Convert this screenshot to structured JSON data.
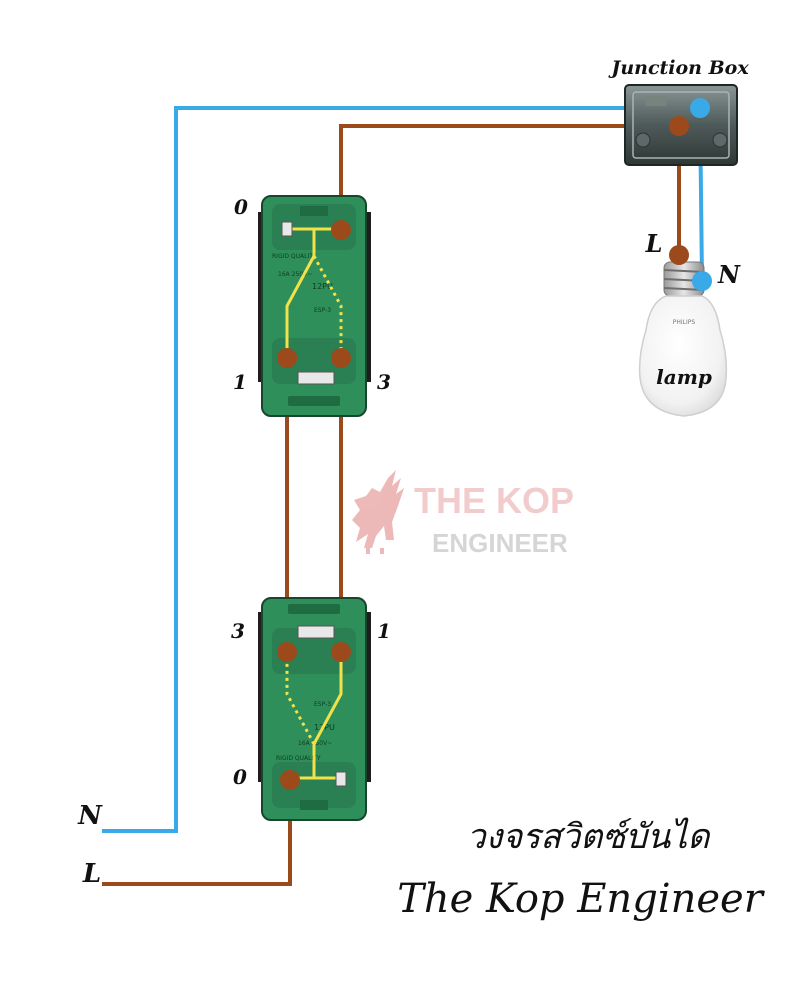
{
  "labels": {
    "junction_box": "Junction Box",
    "lamp_line": "L",
    "lamp_neutral": "N",
    "lamp": "lamp",
    "switch_top_common": "0",
    "switch_top_t1": "1",
    "switch_top_t3": "3",
    "switch_bottom_t3": "3",
    "switch_bottom_t1": "1",
    "switch_bottom_common": "0",
    "supply_neutral": "N",
    "supply_line": "L"
  },
  "switch_top_print": {
    "brand": "RIGID QUALITY",
    "rating": "16A 250V~",
    "model": "12PU",
    "code": "ESP-3"
  },
  "switch_bottom_print": {
    "brand": "RIGID QUALITY",
    "rating": "16A 250V~",
    "model": "12PU",
    "code": "ESP-3"
  },
  "bulb_brand": "PHILIPS",
  "watermark": {
    "line1": "THE KOP",
    "line2": "ENGINEER"
  },
  "caption": {
    "thai": "วงจรสวิตซ์บันได",
    "brand": "The Kop Engineer"
  },
  "colors": {
    "line_wire": "#9c4a1c",
    "neutral_wire": "#3aa9e8",
    "switch_body": "#2f8f5a",
    "traveler_link": "#f2e24a",
    "watermark_red": "#e8a4a4",
    "watermark_grey": "#b3b3b3"
  },
  "icons": {
    "junction_box": "junction-box-icon",
    "lamp": "light-bulb-icon",
    "switch": "two-way-switch-icon",
    "watermark_logo": "liver-bird-icon"
  }
}
